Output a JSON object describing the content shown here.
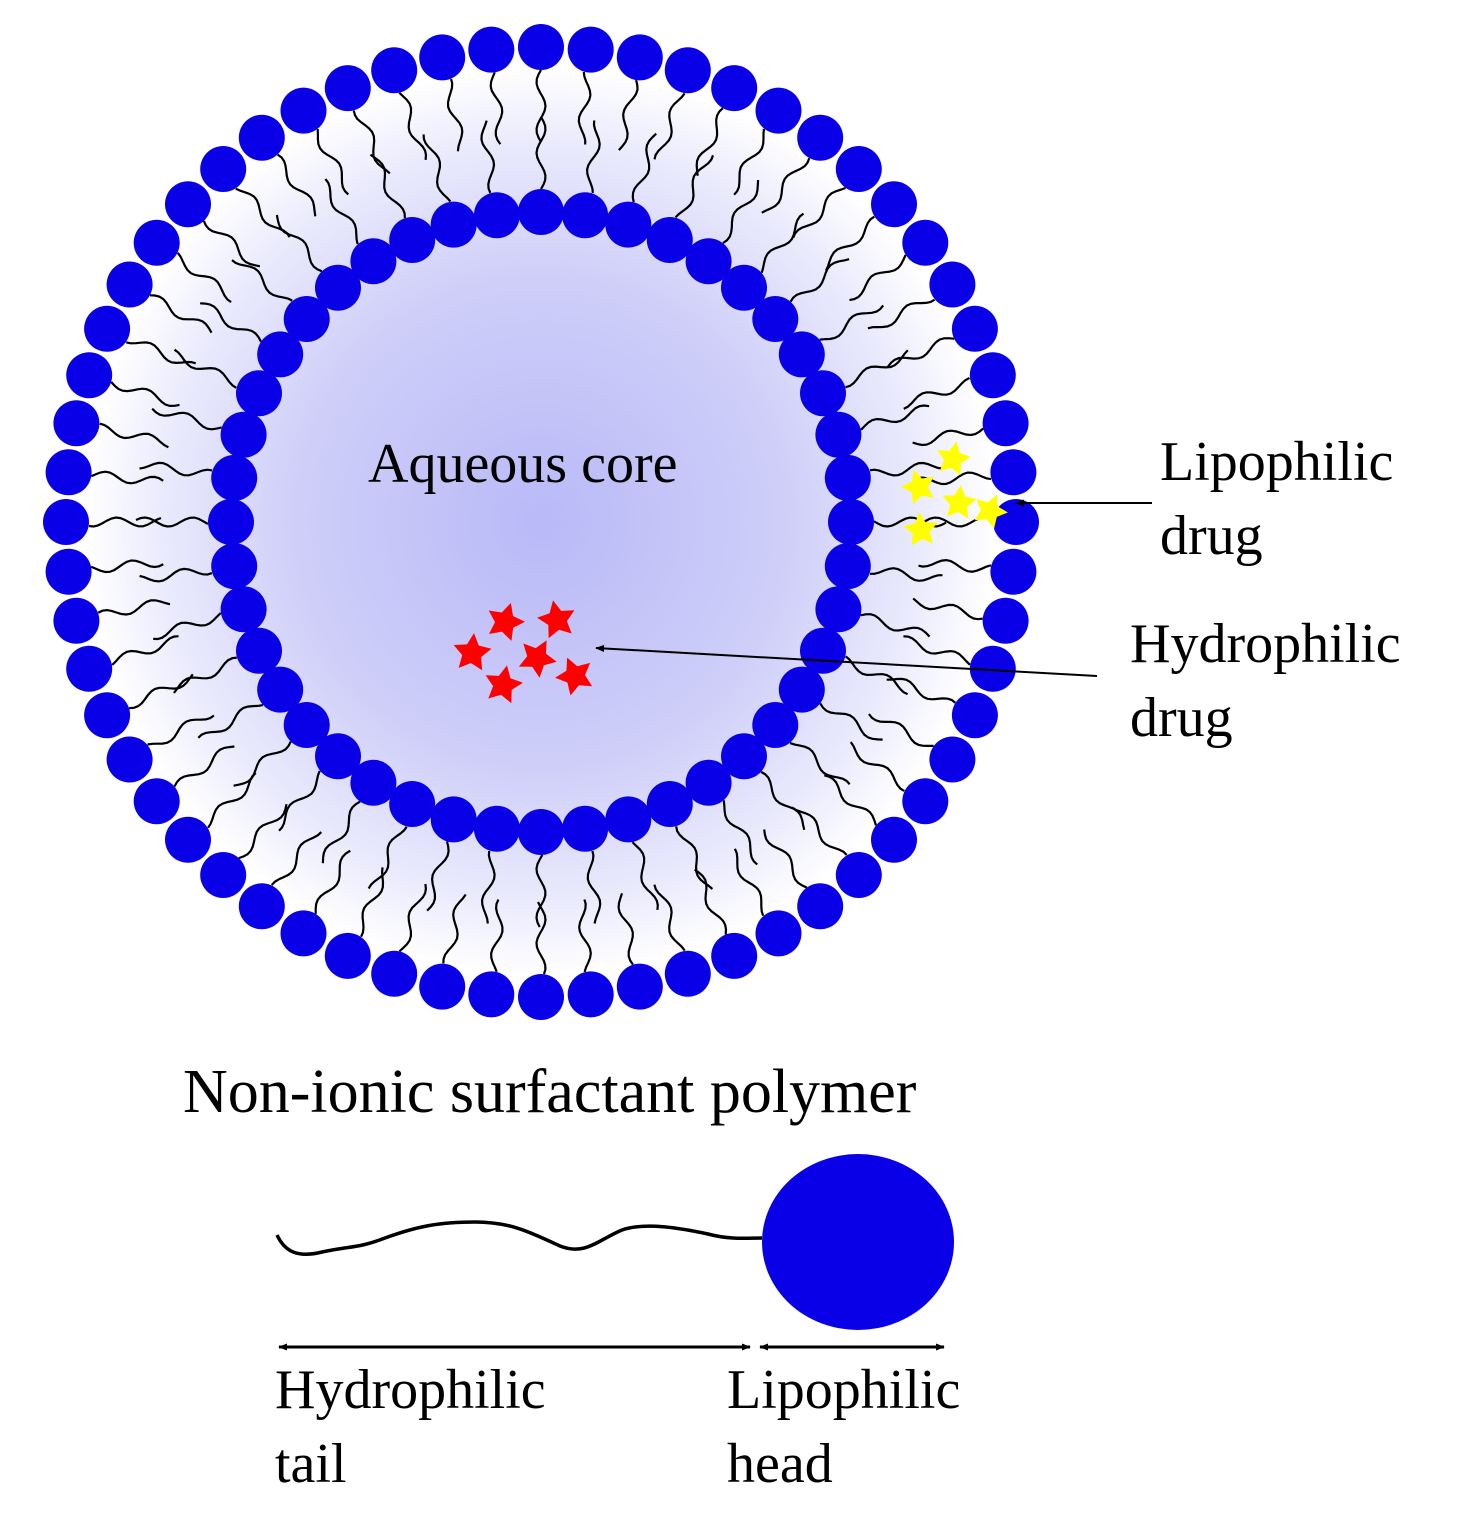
{
  "labels": {
    "aqueous_core": "Aqueous core",
    "lipophilic_drug": [
      "Lipophilic",
      "drug"
    ],
    "hydrophilic_drug": [
      "Hydrophilic",
      "drug"
    ],
    "polymer_title": "Non-ionic surfactant polymer",
    "hydrophilic_tail": [
      "Hydrophilic",
      "tail"
    ],
    "lipophilic_head": [
      "Lipophilic",
      "head"
    ]
  },
  "colors": {
    "head": "#0a00e8",
    "hydrophilic_drug": "#ff0000",
    "lipophilic_drug": "#ffff00",
    "core_center": "#b9b9f8",
    "tail": "#000000"
  },
  "structure": {
    "outer_heads": 60,
    "inner_heads": 44
  },
  "hydrophilic_drug_count": 6,
  "lipophilic_drug_count": 5
}
